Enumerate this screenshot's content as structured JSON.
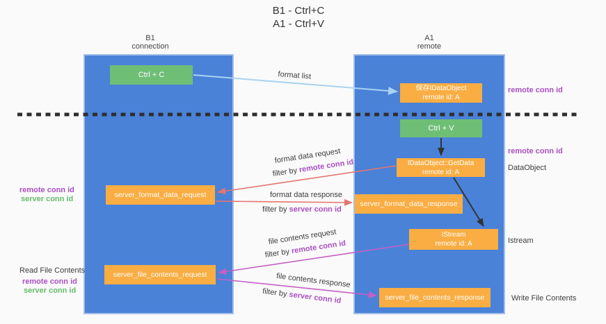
{
  "title": {
    "line1": "B1 - Ctrl+C",
    "line2": "A1 - Ctrl+V"
  },
  "lifelines": {
    "left": {
      "title": "B1",
      "subtitle": "connection"
    },
    "right": {
      "title": "A1",
      "subtitle": "remote"
    }
  },
  "nodes": {
    "ctrl_c": {
      "label": "Ctrl + C"
    },
    "save_idataobject": {
      "line1": "保存IDataObject",
      "line2": "remote id: A"
    },
    "ctrl_v": {
      "label": "Ctrl + V"
    },
    "getdata": {
      "line1": "IDataObject::GetData",
      "line2": "remote id: A"
    },
    "format_request": {
      "label": "server_format_data_request"
    },
    "format_response": {
      "label": "server_format_data_response"
    },
    "istream": {
      "line1": "IStream",
      "line2": "remote id: A"
    },
    "file_request": {
      "label": "server_file_contents_request"
    },
    "file_response": {
      "label": "server_file_contents_response"
    }
  },
  "flow_labels": {
    "format_list": "format list",
    "format_data_request": "format data request",
    "format_data_response": "format data response",
    "file_contents_request": "file contents request",
    "file_contents_response": "file contents response",
    "filter_by": "filter by",
    "remote_conn_id": "remote conn id",
    "server_conn_id": "server conn id"
  },
  "annotations": {
    "remote_conn_id_top": "remote conn id",
    "remote_conn_id_mid": "remote conn id",
    "dataobject": "DataObject",
    "istream": "Istream",
    "write_file_contents": "Write File Contents",
    "read_file_contents": "Read File Contents",
    "remote_conn_id_left_mid": "remote conn id",
    "server_conn_id_left_mid": "server conn id",
    "remote_conn_id_left_bottom": "remote conn id",
    "server_conn_id_left_bottom": "server conn id"
  },
  "colors": {
    "lifeline_blue": "#4a82d8",
    "node_green": "#6fbe76",
    "node_orange": "#f9ad42",
    "arrow_light_blue": "#a9d3f2",
    "arrow_salmon": "#e57470",
    "arrow_magenta": "#c45fc4",
    "arrow_black": "#333333",
    "text_purple": "#a94fc2",
    "text_green": "#66bb6a",
    "background": "#fafafa"
  }
}
